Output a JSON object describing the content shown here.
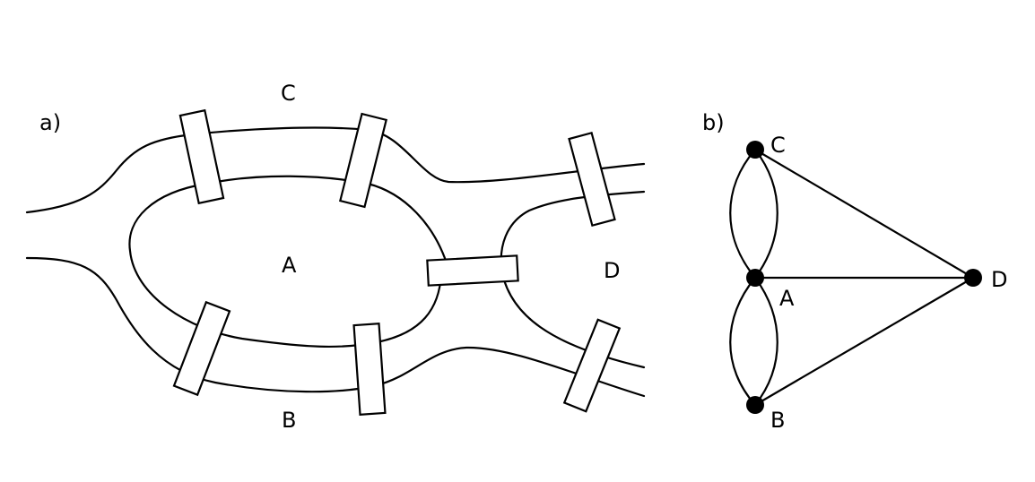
{
  "panel_a": {
    "label": "a)",
    "regions": {
      "a": "A",
      "b": "B",
      "c": "C",
      "d": "D"
    }
  },
  "panel_b": {
    "label": "b)",
    "nodes": [
      {
        "id": "A",
        "label": "A"
      },
      {
        "id": "B",
        "label": "B"
      },
      {
        "id": "C",
        "label": "C"
      },
      {
        "id": "D",
        "label": "D"
      }
    ],
    "edges": [
      [
        "A",
        "C"
      ],
      [
        "A",
        "C"
      ],
      [
        "A",
        "B"
      ],
      [
        "A",
        "B"
      ],
      [
        "A",
        "D"
      ],
      [
        "B",
        "D"
      ],
      [
        "C",
        "D"
      ]
    ]
  },
  "colors": {
    "ink": "#000000",
    "background": "#ffffff"
  }
}
